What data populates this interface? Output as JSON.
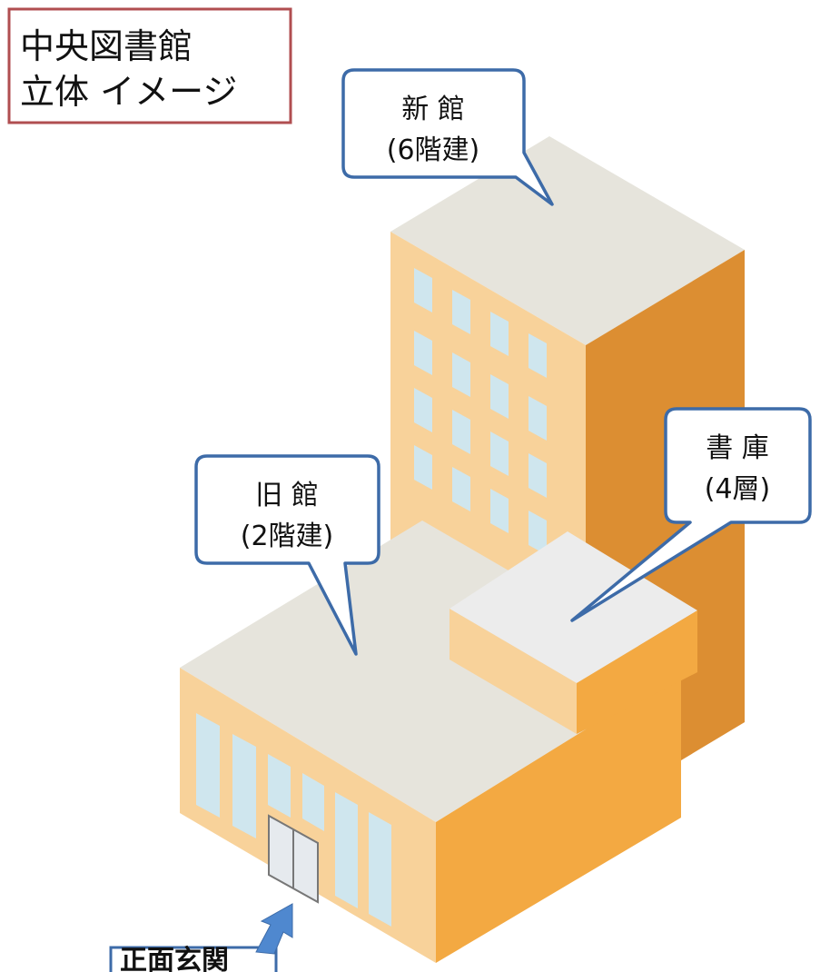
{
  "title": {
    "line1": "中央図書館",
    "line2": "立体 イメージ"
  },
  "callouts": {
    "new_building": {
      "name": "新 館",
      "floors": "(6階建)"
    },
    "old_building": {
      "name": "旧 館",
      "floors": "(2階建)"
    },
    "stacks": {
      "name": "書 庫",
      "floors": "(4層)"
    }
  },
  "entrance": {
    "label": "正面玄関"
  },
  "colors": {
    "roof": "#e6e4dc",
    "stacks_roof": "#ececec",
    "wall_front": "#f8d29a",
    "wall_side_tall": "#dc8e32",
    "wall_side_low": "#f3a942",
    "window": "#cfe6ee",
    "callout_border": "#3d6ba8",
    "title_border": "#b04e50",
    "arrow": "#4f88cf"
  }
}
